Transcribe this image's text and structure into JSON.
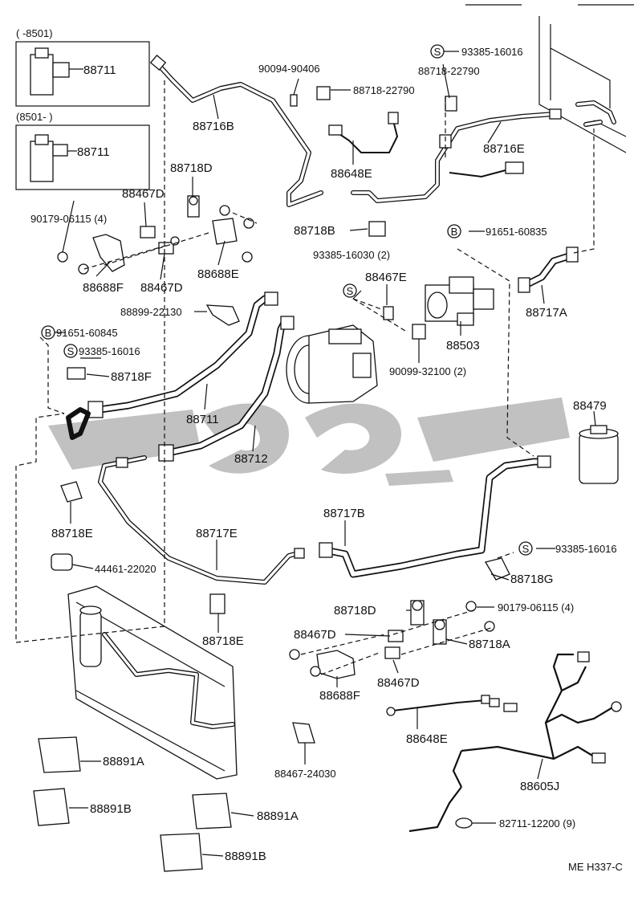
{
  "diagram": {
    "code": "ME H337-C",
    "insets": [
      {
        "range": "(      -8501)",
        "part": "88711"
      },
      {
        "range": "(8501-         )",
        "part": "88711"
      }
    ],
    "labels": {
      "l88716B": "88716B",
      "l90094": "90094-90406",
      "l88718_22790a": "88718-22790",
      "l93385_16016a": "93385-16016",
      "l88718_22790b": "88718-22790",
      "l88716E": "88716E",
      "l88648E_top": "88648E",
      "l88718D_top": "88718D",
      "l88467D_top": "88467D",
      "l90179_top": "90179-06115 (4)",
      "l88688F_top": "88688F",
      "l88467D_top2": "88467D",
      "l88688E": "88688E",
      "l88718B": "88718B",
      "l91651_60835": "91651-60835",
      "l93385_16030": "93385-16030 (2)",
      "l88467E": "88467E",
      "l88717A": "88717A",
      "l88899": "88899-22130",
      "l91651_60845": "91651-60845",
      "l93385_16016b": "93385-16016",
      "l88718F": "88718F",
      "l88503": "88503",
      "l90099": "90099-32100 (2)",
      "l88711": "88711",
      "l88712": "88712",
      "l88479": "88479",
      "l88718E_a": "88718E",
      "l88717B": "88717B",
      "l88717E": "88717E",
      "l93385_16016c": "93385-16016",
      "l88718G": "88718G",
      "l44461": "44461-22020",
      "l88718D_bot": "88718D",
      "l90179_bot": "90179-06115 (4)",
      "l88467D_bot": "88467D",
      "l88718A": "88718A",
      "l88718E_b": "88718E",
      "l88688F_bot": "88688F",
      "l88467D_bot2": "88467D",
      "l88648E_bot": "88648E",
      "l88891A_a": "88891A",
      "l88467_24030": "88467-24030",
      "l88605J": "88605J",
      "l88891B_a": "88891B",
      "l88891A_b": "88891A",
      "l82711": "82711-12200 (9)",
      "l88891B_b": "88891B"
    },
    "circle_marks": {
      "s1": "S",
      "s2": "S",
      "s3": "S",
      "s4": "S",
      "b1": "B",
      "b2": "B"
    }
  }
}
